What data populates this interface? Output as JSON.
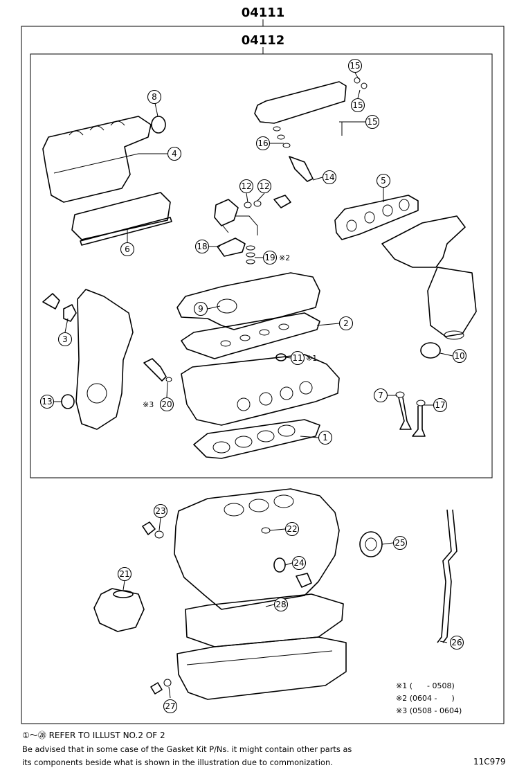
{
  "kit_outer": "04111",
  "kit_inner": "04112",
  "callouts": {
    "c1": "1",
    "c2": "2",
    "c3": "3",
    "c4": "4",
    "c5": "5",
    "c6": "6",
    "c7": "7",
    "c8": "8",
    "c9": "9",
    "c10": "10",
    "c11": "11",
    "c12a": "12",
    "c12b": "12",
    "c13": "13",
    "c14": "14",
    "c15a": "15",
    "c15b": "15",
    "c15c": "15",
    "c16": "16",
    "c17": "17",
    "c18": "18",
    "c19": "19",
    "c20": "20",
    "c21": "21",
    "c22": "22",
    "c23": "23",
    "c24": "24",
    "c25": "25",
    "c26": "26",
    "c27": "27",
    "c28": "28"
  },
  "marks": {
    "m11": "※1",
    "m19": "※2",
    "m20": "※3"
  },
  "notes": [
    "※1 (      - 0508)",
    "※2 (0604 -      )",
    "※3 (0508 - 0604)"
  ],
  "footer": {
    "refer": "①～㉘ REFER TO ILLUST NO.2 OF 2",
    "advice_line1": "Be advised that in some case of the Gasket Kit P/Ns.  it might contain other parts as",
    "advice_line2": "its components beside what is shown in the illustration due to commonization.",
    "code": "11C979"
  }
}
